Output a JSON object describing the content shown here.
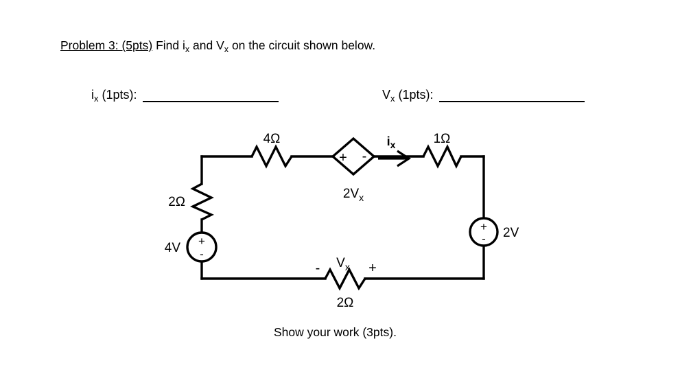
{
  "problem": {
    "label": "Problem 3: (5pts)",
    "prompt_before": " Find  i",
    "prompt_sub1": "x",
    "prompt_mid": " and V",
    "prompt_sub2": "x",
    "prompt_after": " on the circuit shown below."
  },
  "answers": {
    "ix": {
      "label": "i",
      "sub": "x",
      "points": " (1pts):"
    },
    "vx": {
      "label": "V",
      "sub": "x",
      "points": " (1pts):"
    }
  },
  "footer": {
    "text": "Show your work (3pts)."
  },
  "circuit": {
    "components": {
      "r_top": {
        "value": "4",
        "unit": "Ω"
      },
      "r_left": {
        "value": "2",
        "unit": "Ω"
      },
      "r_right": {
        "value": "1",
        "unit": "Ω"
      },
      "r_bottom": {
        "value": "2",
        "unit": "Ω"
      },
      "src_left": {
        "value": "4V",
        "plus": "+",
        "minus": "-"
      },
      "src_right": {
        "value": "2V",
        "plus": "+",
        "minus": "-"
      },
      "dep_src": {
        "label": "2V",
        "label_sub": "x",
        "plus": "+",
        "minus": "-"
      }
    },
    "annotations": {
      "current_ix": {
        "label": "i",
        "sub": "x"
      },
      "voltage_vx": {
        "label": "V",
        "sub": "x",
        "minus": "-",
        "plus": "+"
      }
    },
    "colors": {
      "wire": "#000000",
      "background": "#ffffff"
    }
  }
}
